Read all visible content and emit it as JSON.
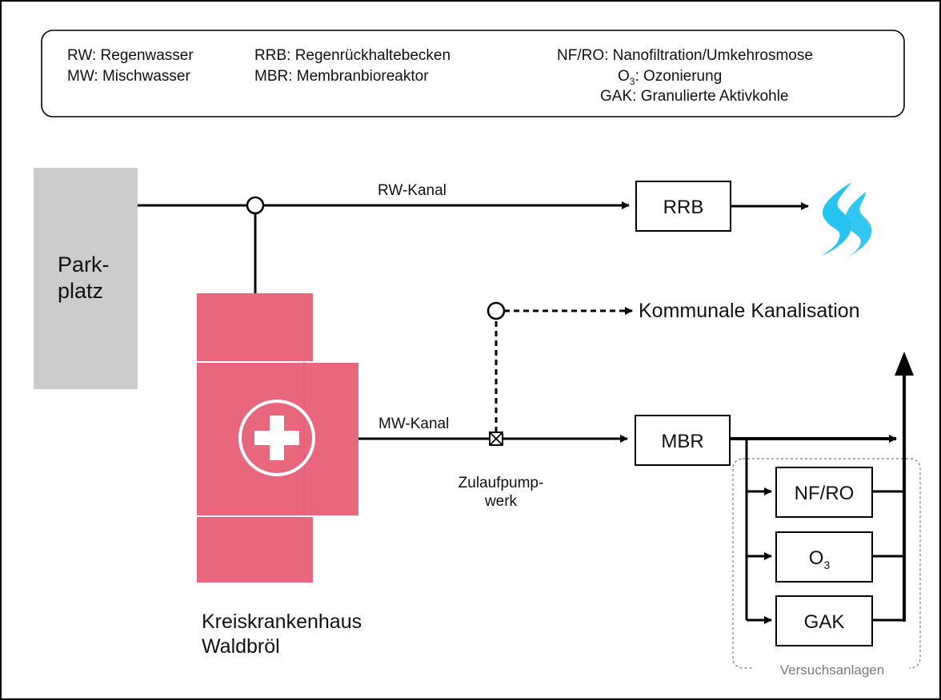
{
  "legend": {
    "col1": [
      {
        "abbr": "RW:",
        "text": "Regenwasser"
      },
      {
        "abbr": "MW:",
        "text": "Mischwasser"
      }
    ],
    "col2": [
      {
        "abbr": "RRB:",
        "text": "Regenrückhaltebecken"
      },
      {
        "abbr": "MBR:",
        "text": "Membranbioreaktor"
      }
    ],
    "col3": [
      {
        "abbr": "NF/RO:",
        "text": "Nanofiltration/Umkehrosmose"
      },
      {
        "abbr_main": "O",
        "abbr_sub": "3",
        "abbr_colon": ":",
        "text": "Ozonierung"
      },
      {
        "abbr": "GAK:",
        "text": "Granulierte Aktivkohle"
      }
    ]
  },
  "nodes": {
    "parkplatz": {
      "line1": "Park-",
      "line2": "platz"
    },
    "hospital": {
      "line1": "Kreiskrankenhaus",
      "line2": "Waldbröl"
    },
    "rrb": "RRB",
    "mbr": "MBR",
    "nfro": "NF/RO",
    "ozon": {
      "main": "O",
      "sub": "3"
    },
    "gak": "GAK",
    "pump": {
      "line1": "Zulaufpump-",
      "line2": "werk"
    },
    "sewer": "Kommunale Kanalisation",
    "trials": "Versuchsanlagen"
  },
  "edges": {
    "rw_channel": "RW-Kanal",
    "mw_channel": "MW-Kanal"
  },
  "colors": {
    "hospital": "#e8677c",
    "parking": "#cccccc",
    "water": "#27c3f0",
    "line": "#000000"
  },
  "icons": {
    "hospital": "cross-icon",
    "water": "water-waves-icon"
  }
}
